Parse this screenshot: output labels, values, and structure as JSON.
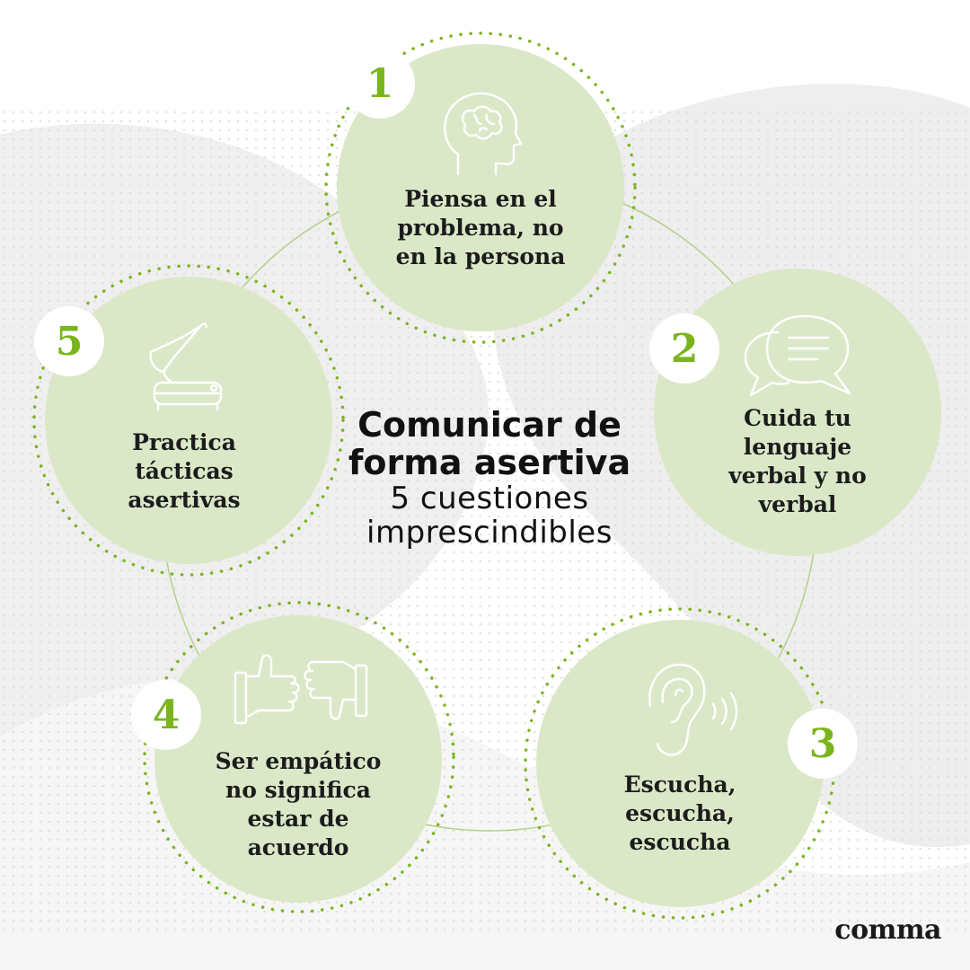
{
  "title": {
    "main": "Comunicar de\nforma asertiva",
    "subtitle": "5 cuestiones\nimprescindibles"
  },
  "steps": [
    {
      "number": "1",
      "label": "Piensa en el\nproblema, no\nen la persona",
      "icon": "head-brain-icon"
    },
    {
      "number": "2",
      "label": "Cuida tu\nlenguaje\nverbal y no\nverbal",
      "icon": "speech-bubbles-icon"
    },
    {
      "number": "3",
      "label": "Escucha,\nescucha,\nescucha",
      "icon": "ear-icon"
    },
    {
      "number": "4",
      "label": "Ser empático\nno significa\nestar de\nacuerdo",
      "icon": "thumbs-up-down-icon"
    },
    {
      "number": "5",
      "label": "Practica\ntácticas\nasertivas",
      "icon": "gramophone-icon"
    }
  ],
  "brand": "comma",
  "colors": {
    "circle_fill": "#dbe8c8",
    "accent_green": "#7ab51d",
    "ring_line": "#b5d08a",
    "background_blob": "#eeeeee"
  }
}
